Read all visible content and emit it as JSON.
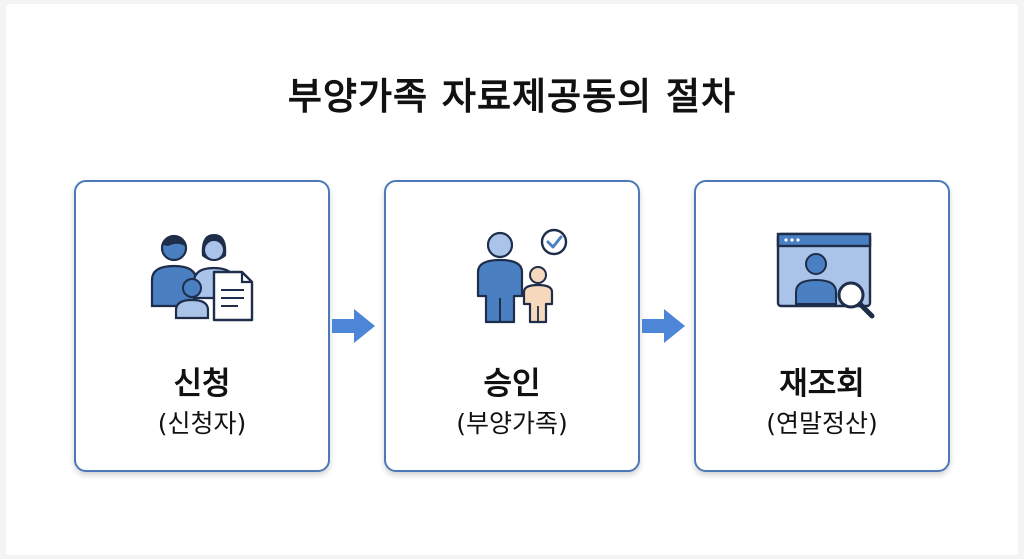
{
  "title": "부양가족 자료제공동의 절차",
  "steps": [
    {
      "title": "신청",
      "subtitle": "(신청자)",
      "icon": "family-document-icon"
    },
    {
      "title": "승인",
      "subtitle": "(부양가족)",
      "icon": "adult-child-approval-icon"
    },
    {
      "title": "재조회",
      "subtitle": "(연말정산)",
      "icon": "browser-profile-search-icon"
    }
  ],
  "colors": {
    "accent": "#4d79b8",
    "icon_blue": "#4a7fc1",
    "icon_light": "#a9c4e8",
    "child_skin": "#f6d9bd",
    "arrow": "#4d86d6",
    "text": "#111111"
  }
}
